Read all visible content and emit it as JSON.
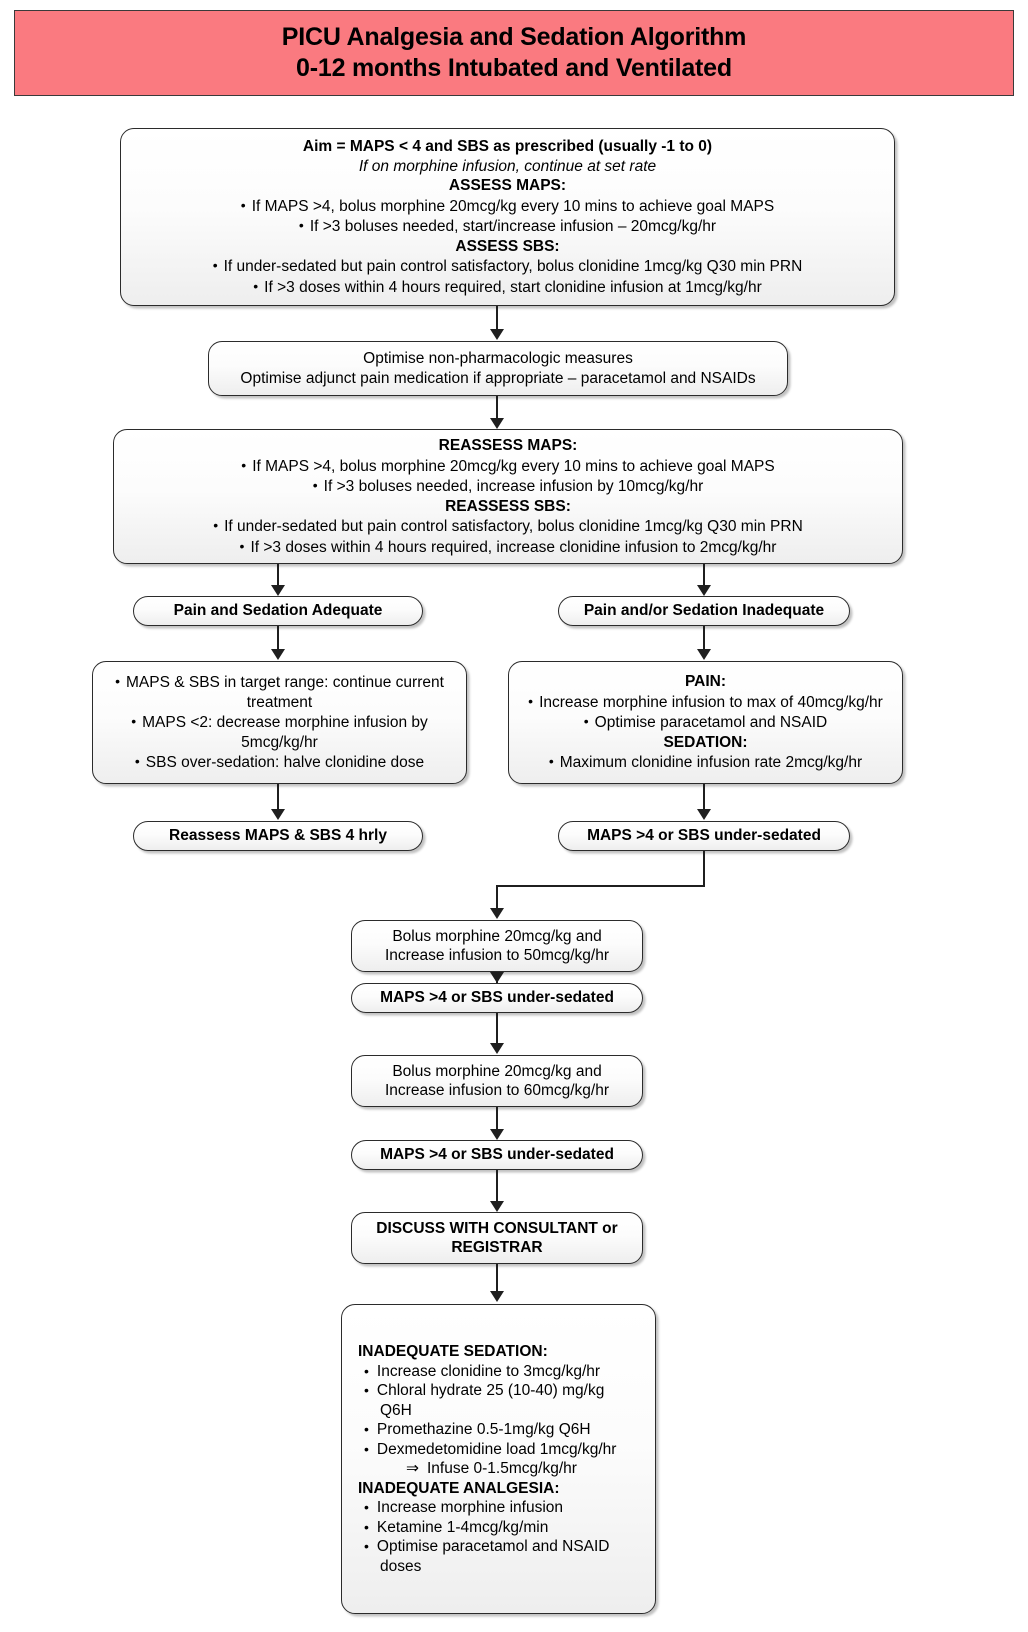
{
  "banner": {
    "line1": "PICU Analgesia and Sedation Algorithm",
    "line2": "0-12 months Intubated and Ventilated",
    "color": "#FA7A80"
  },
  "nodes": {
    "assess": {
      "title": "Aim = MAPS < 4 and SBS as prescribed (usually -1 to 0)",
      "subtitle": "If on morphine infusion, continue at set rate",
      "heading1": "ASSESS MAPS:",
      "b1": "If MAPS >4, bolus morphine 20mcg/kg every 10 mins to achieve goal MAPS",
      "b2": "If >3 boluses needed, start/increase infusion – 20mcg/kg/hr",
      "heading2": "ASSESS SBS:",
      "b3": "If under-sedated but pain control satisfactory, bolus clonidine 1mcg/kg Q30 min PRN",
      "b4": "If >3 doses within 4 hours required, start clonidine infusion at 1mcg/kg/hr"
    },
    "optimise": {
      "line1": "Optimise non-pharmacologic measures",
      "line2": "Optimise adjunct pain medication if appropriate – paracetamol and NSAIDs"
    },
    "reassess": {
      "heading1": "REASSESS MAPS:",
      "b1": "If MAPS >4, bolus morphine 20mcg/kg every 10 mins to achieve goal MAPS",
      "b2": "If >3 boluses needed, increase infusion by 10mcg/kg/hr",
      "heading2": "REASSESS SBS:",
      "b3": "If under-sedated but pain control satisfactory, bolus clonidine 1mcg/kg Q30 min PRN",
      "b4": "If >3 doses within 4 hours required, increase clonidine infusion to 2mcg/kg/hr"
    },
    "adequate_label": "Pain and Sedation Adequate",
    "inadequate_label": "Pain and/or Sedation Inadequate",
    "adequate_detail": {
      "b1": "MAPS & SBS in target range: continue current treatment",
      "b2": "MAPS <2: decrease morphine infusion by 5mcg/kg/hr",
      "b3": "SBS over-sedation: halve clonidine dose"
    },
    "inadequate_detail": {
      "heading1": "PAIN:",
      "b1": "Increase morphine infusion to max of 40mcg/kg/hr",
      "b2": "Optimise paracetamol and NSAID",
      "heading2": "SEDATION:",
      "b3": "Maximum clonidine infusion rate 2mcg/kg/hr"
    },
    "reassess_4hrly": "Reassess MAPS & SBS 4 hrly",
    "undersedated_1": "MAPS >4 or SBS under-sedated",
    "bolus50": {
      "line1": "Bolus morphine 20mcg/kg and",
      "line2": "Increase infusion to 50mcg/kg/hr"
    },
    "undersedated_2": "MAPS >4 or SBS under-sedated",
    "bolus60": {
      "line1": "Bolus morphine 20mcg/kg and",
      "line2": "Increase infusion to 60mcg/kg/hr"
    },
    "undersedated_3": "MAPS >4 or SBS under-sedated",
    "discuss": {
      "line1": "DISCUSS WITH CONSULTANT or",
      "line2": "REGISTRAR"
    },
    "final": {
      "heading1": "INADEQUATE SEDATION:",
      "s1": "Increase clonidine to 3mcg/kg/hr",
      "s2": "Chloral hydrate 25 (10-40) mg/kg Q6H",
      "s3": "Promethazine 0.5-1mg/kg Q6H",
      "s4": "Dexmedetomidine load 1mcg/kg/hr",
      "s4sub": "Infuse 0-1.5mcg/kg/hr",
      "heading2": "INADEQUATE ANALGESIA:",
      "a1": "Increase morphine infusion",
      "a2": "Ketamine 1-4mcg/kg/min",
      "a3": "Optimise paracetamol and NSAID doses"
    }
  }
}
